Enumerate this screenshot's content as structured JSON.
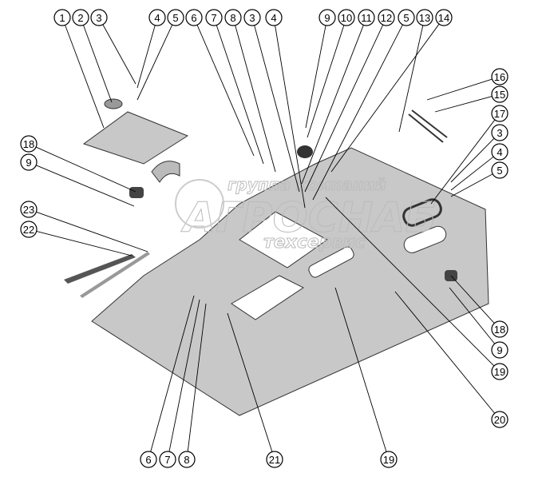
{
  "watermark": {
    "line1": "группа компаний",
    "line2": "АГРОСНАБ",
    "line3": "техсервис"
  },
  "callouts": {
    "top": [
      "1",
      "2",
      "3",
      "4",
      "5",
      "6",
      "7",
      "8",
      "3",
      "4",
      "9",
      "10",
      "11",
      "12",
      "5",
      "13",
      "14"
    ],
    "right": [
      "16",
      "15",
      "17",
      "3",
      "4",
      "5",
      "18",
      "9",
      "19",
      "20"
    ],
    "left": [
      "18",
      "9",
      "23",
      "22"
    ],
    "bottom": [
      "6",
      "7",
      "8",
      "21",
      "19"
    ]
  },
  "colors": {
    "plate": "#c8c8c8",
    "outline": "#000000"
  }
}
